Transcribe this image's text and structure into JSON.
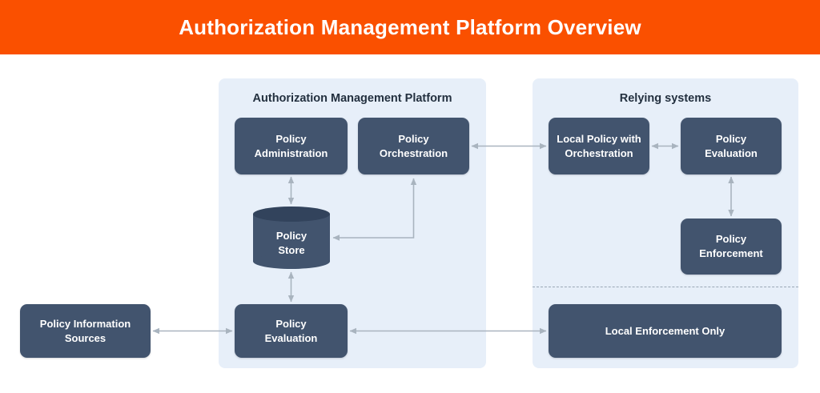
{
  "header": {
    "title": "Authorization Management Platform Overview",
    "background_color": "#fa5000",
    "text_color": "#ffffff"
  },
  "theme": {
    "panel_background": "#e7eff9",
    "node_fill": "#42546e",
    "node_fill_dark": "#32435c",
    "node_text": "#ffffff",
    "connector_color": "#a9b4bf",
    "divider_color": "#9aa7b5",
    "canvas_background": "#ffffff"
  },
  "diagram": {
    "type": "block-diagram",
    "groups": [
      {
        "id": "authorization-management-platform",
        "title": "Authorization Management Platform",
        "nodes": [
          {
            "id": "policy-administration",
            "label": "Policy\nAdministration",
            "shape": "rounded-rect"
          },
          {
            "id": "policy-orchestration",
            "label": "Policy\nOrchestration",
            "shape": "rounded-rect"
          },
          {
            "id": "policy-store",
            "label": "Policy\nStore",
            "shape": "cylinder"
          },
          {
            "id": "policy-evaluation-amp",
            "label": "Policy\nEvaluation",
            "shape": "rounded-rect"
          }
        ]
      },
      {
        "id": "relying-systems",
        "title": "Relying systems",
        "divider": "dashed",
        "nodes": [
          {
            "id": "local-policy-with-orchestration",
            "label": "Local Policy with\nOrchestration",
            "shape": "rounded-rect"
          },
          {
            "id": "policy-evaluation-relying",
            "label": "Policy\nEvaluation",
            "shape": "rounded-rect"
          },
          {
            "id": "policy-enforcement",
            "label": "Policy\nEnforcement",
            "shape": "rounded-rect"
          },
          {
            "id": "local-enforcement-only",
            "label": "Local Enforcement Only",
            "shape": "rounded-rect"
          }
        ]
      }
    ],
    "external_nodes": [
      {
        "id": "policy-information-sources",
        "label": "Policy Information\nSources",
        "shape": "rounded-rect"
      }
    ],
    "connectors": [
      {
        "from": "policy-administration",
        "to": "policy-store",
        "direction": "bidirectional",
        "style": "straight-vertical"
      },
      {
        "from": "policy-store",
        "to": "policy-orchestration",
        "direction": "unidirectional-both-ends",
        "style": "elbow"
      },
      {
        "from": "policy-store",
        "to": "policy-evaluation-amp",
        "direction": "bidirectional",
        "style": "straight-vertical"
      },
      {
        "from": "policy-orchestration",
        "to": "local-policy-with-orchestration",
        "direction": "bidirectional",
        "style": "straight-horizontal"
      },
      {
        "from": "local-policy-with-orchestration",
        "to": "policy-evaluation-relying",
        "direction": "bidirectional",
        "style": "straight-horizontal"
      },
      {
        "from": "policy-evaluation-relying",
        "to": "policy-enforcement",
        "direction": "bidirectional",
        "style": "straight-vertical"
      },
      {
        "from": "policy-information-sources",
        "to": "policy-evaluation-amp",
        "direction": "bidirectional",
        "style": "straight-horizontal"
      },
      {
        "from": "policy-evaluation-amp",
        "to": "local-enforcement-only",
        "direction": "bidirectional",
        "style": "straight-horizontal"
      }
    ]
  }
}
